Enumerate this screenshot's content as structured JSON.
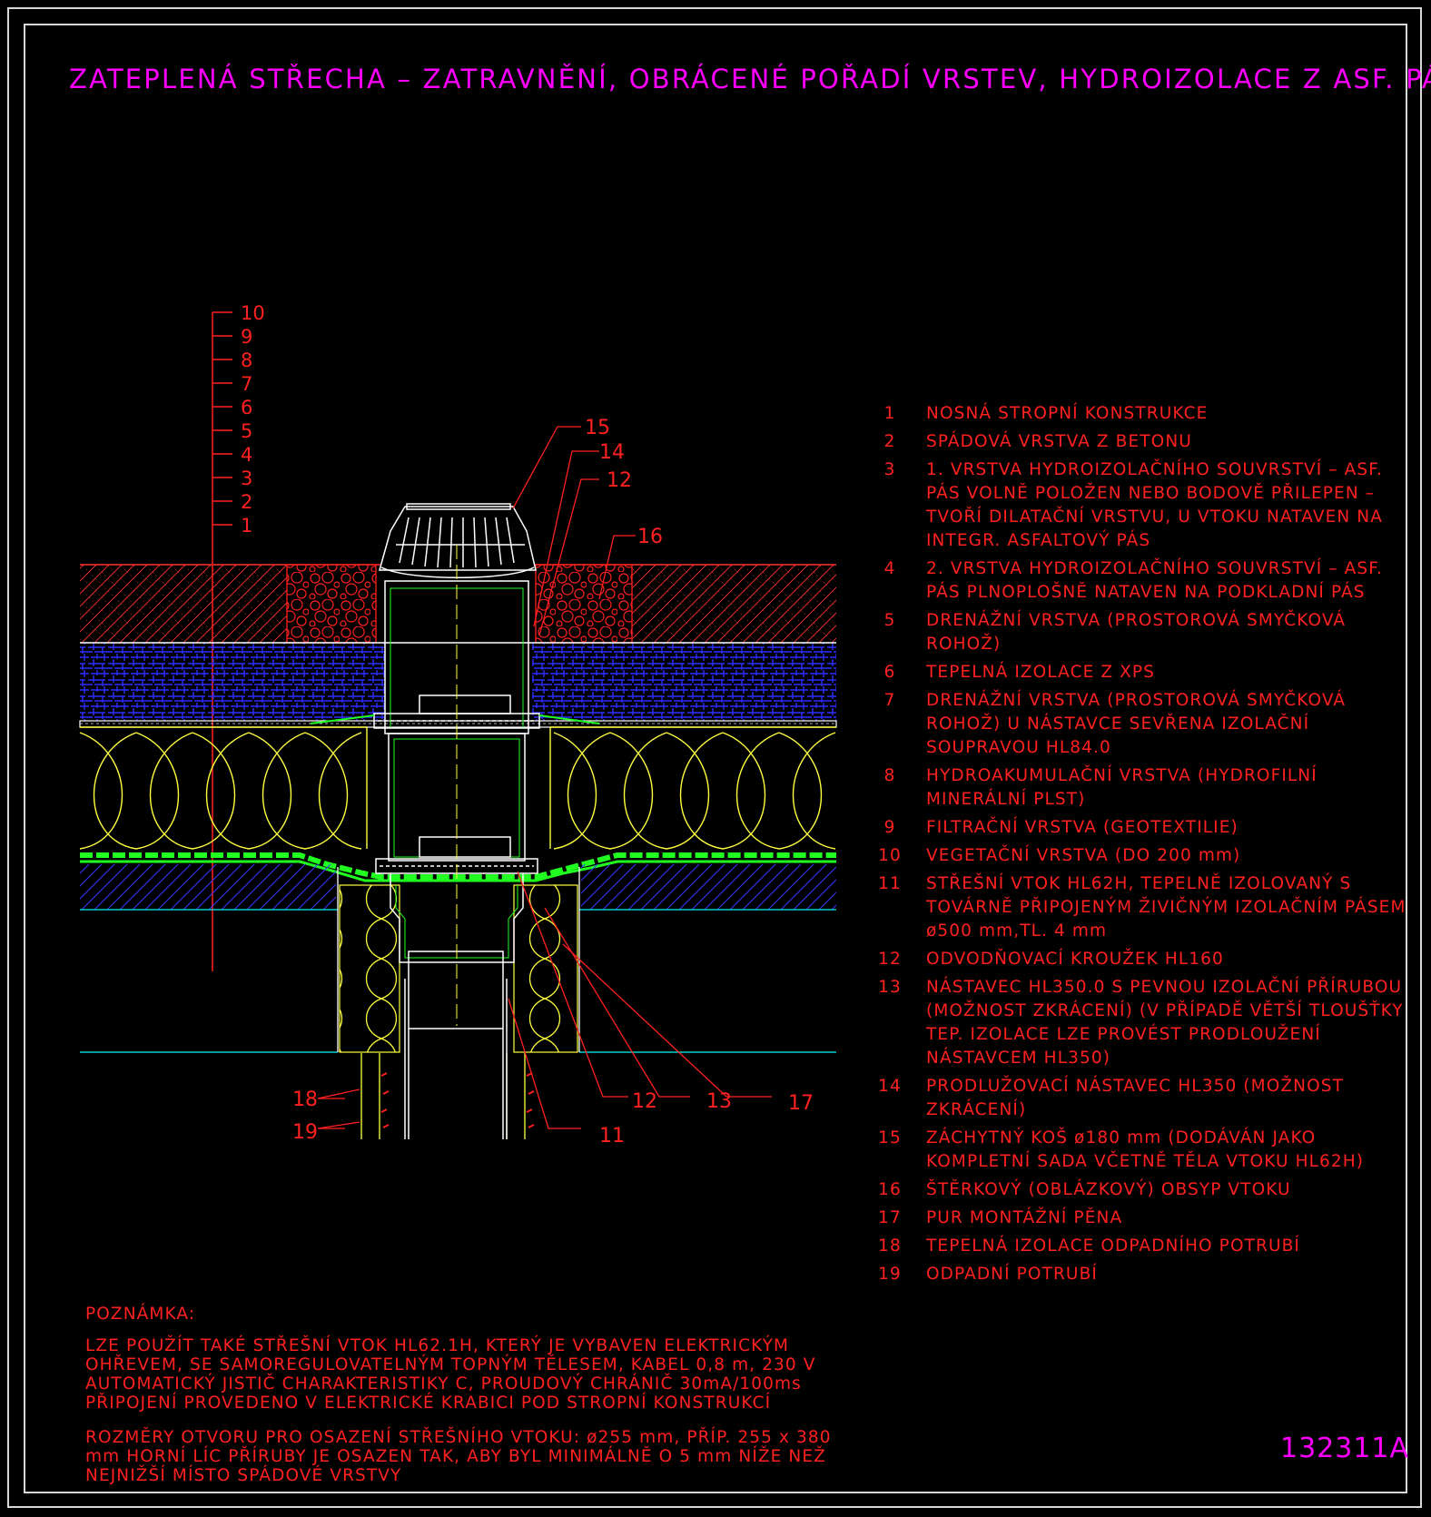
{
  "title": "ZATEPLENÁ STŘECHA – ZATRAVNĚNÍ, OBRÁCENÉ POŘADÍ VRSTEV, HYDROIZOLACE Z ASF. PÁSŮ",
  "drawing_code": "132311A",
  "colors": {
    "title": "#ff00ff",
    "text": "#ff2020",
    "background": "#000000",
    "gravel": "#ff2020",
    "xps": "#2020ff",
    "insulation": "#ffff40",
    "membrane": "#20ff20",
    "leader": "#ff2020"
  },
  "scale_numbers": [
    "10",
    "9",
    "8",
    "7",
    "6",
    "5",
    "4",
    "3",
    "2",
    "1"
  ],
  "callouts": {
    "c15": "15",
    "c14": "14",
    "c12a": "12",
    "c16": "16",
    "c18": "18",
    "c19": "19",
    "c12b": "12",
    "c13": "13",
    "c17": "17",
    "c11": "11"
  },
  "legend": [
    {
      "num": "1",
      "text": "NOSNÁ STROPNÍ KONSTRUKCE"
    },
    {
      "num": "2",
      "text": "SPÁDOVÁ VRSTVA Z BETONU"
    },
    {
      "num": "3",
      "text": "1. VRSTVA HYDROIZOLAČNÍHO SOUVRSTVÍ – ASF. PÁS VOLNĚ POLOŽEN NEBO BODOVĚ PŘILEPEN – TVOŘÍ DILATAČNÍ VRSTVU, U VTOKU NATAVEN NA INTEGR. ASFALTOVÝ PÁS"
    },
    {
      "num": "4",
      "text": "2. VRSTVA HYDROIZOLAČNÍHO SOUVRSTVÍ – ASF. PÁS PLNOPLOŠNĚ NATAVEN NA PODKLADNÍ PÁS"
    },
    {
      "num": "5",
      "text": "DRENÁŽNÍ VRSTVA (PROSTOROVÁ SMYČKOVÁ ROHOŽ)"
    },
    {
      "num": "6",
      "text": "TEPELNÁ IZOLACE Z XPS"
    },
    {
      "num": "7",
      "text": "DRENÁŽNÍ VRSTVA (PROSTOROVÁ SMYČKOVÁ ROHOŽ) U NÁSTAVCE SEVŘENA IZOLAČNÍ SOUPRAVOU HL84.0"
    },
    {
      "num": "8",
      "text": "HYDROAKUMULAČNÍ VRSTVA (HYDROFILNÍ MINERÁLNÍ PLST)"
    },
    {
      "num": "9",
      "text": "FILTRAČNÍ VRSTVA (GEOTEXTILIE)"
    },
    {
      "num": "10",
      "text": "VEGETAČNÍ VRSTVA (DO 200 mm)"
    },
    {
      "num": "11",
      "text": "STŘEŠNÍ VTOK HL62H, TEPELNĚ IZOLOVANÝ S TOVÁRNĚ PŘIPOJENÝM ŽIVIČNÝM IZOLAČNÍM PÁSEM ø500 mm,TL. 4 mm"
    },
    {
      "num": "12",
      "text": "ODVODŇOVACÍ KROUŽEK HL160"
    },
    {
      "num": "13",
      "text": "NÁSTAVEC HL350.0 S PEVNOU IZOLAČNÍ PŘÍRUBOU (MOŽNOST ZKRÁCENÍ) (V PŘÍPADĚ VĚTŠÍ TLOUŠŤKY TEP. IZOLACE LZE PROVÉST PRODLOUŽENÍ NÁSTAVCEM HL350)"
    },
    {
      "num": "14",
      "text": "PRODLUŽOVACÍ NÁSTAVEC HL350 (MOŽNOST ZKRÁCENÍ)"
    },
    {
      "num": "15",
      "text": "ZÁCHYTNÝ KOŠ ø180 mm (DODÁVÁN JAKO KOMPLETNÍ SADA VČETNĚ TĚLA VTOKU HL62H)"
    },
    {
      "num": "16",
      "text": "ŠTĚRKOVÝ (OBLÁZKOVÝ) OBSYP VTOKU"
    },
    {
      "num": "17",
      "text": "PUR MONTÁŽNÍ PĚNA"
    },
    {
      "num": "18",
      "text": "TEPELNÁ IZOLACE ODPADNÍHO POTRUBÍ"
    },
    {
      "num": "19",
      "text": "ODPADNÍ POTRUBÍ"
    }
  ],
  "note": {
    "heading": "POZNÁMKA:",
    "paragraph1": "LZE POUŽÍT TAKÉ STŘEŠNÍ VTOK HL62.1H, KTERÝ JE VYBAVEN ELEKTRICKÝM OHŘEVEM, SE SAMOREGULOVATELNÝM TOPNÝM TĚLESEM, KABEL 0,8 m, 230 V AUTOMATICKÝ JISTIČ CHARAKTERISTIKY C, PROUDOVÝ CHRÁNIČ 30mA/100ms PŘIPOJENÍ PROVEDENO V ELEKTRICKÉ KRABICI POD STROPNÍ KONSTRUKCÍ",
    "paragraph2": "ROZMĚRY OTVORU PRO OSAZENÍ STŘEŠNÍHO VTOKU: ø255 mm, PŘÍP. 255 x 380 mm HORNÍ LÍC PŘÍRUBY JE OSAZEN TAK, ABY BYL MINIMÁLNĚ O 5 mm NÍŽE NEŽ NEJNIŽŠÍ MÍSTO SPÁDOVÉ VRSTVY"
  }
}
